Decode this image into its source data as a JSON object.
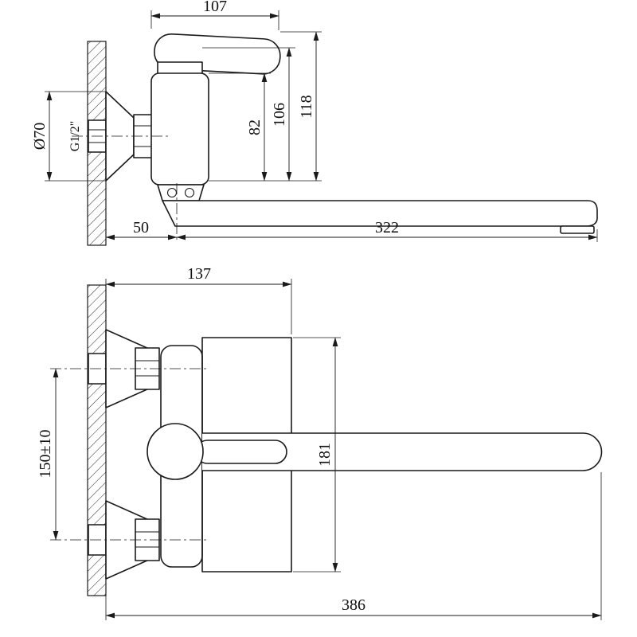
{
  "drawing": {
    "kind": "faucet-installation-dimensions",
    "background": "#ffffff",
    "line_color": "#1a1a1a"
  },
  "side_view": {
    "handle_length": "107",
    "total_height": "118",
    "body_height": "106",
    "spout_height": "82",
    "flange_diameter": "Ø70",
    "thread": "G1/2\"",
    "wall_offset": "50",
    "spout_length": "322"
  },
  "front_view": {
    "depth": "137",
    "inlet_centers": "150±10",
    "body_height": "181",
    "overall_length": "386"
  }
}
